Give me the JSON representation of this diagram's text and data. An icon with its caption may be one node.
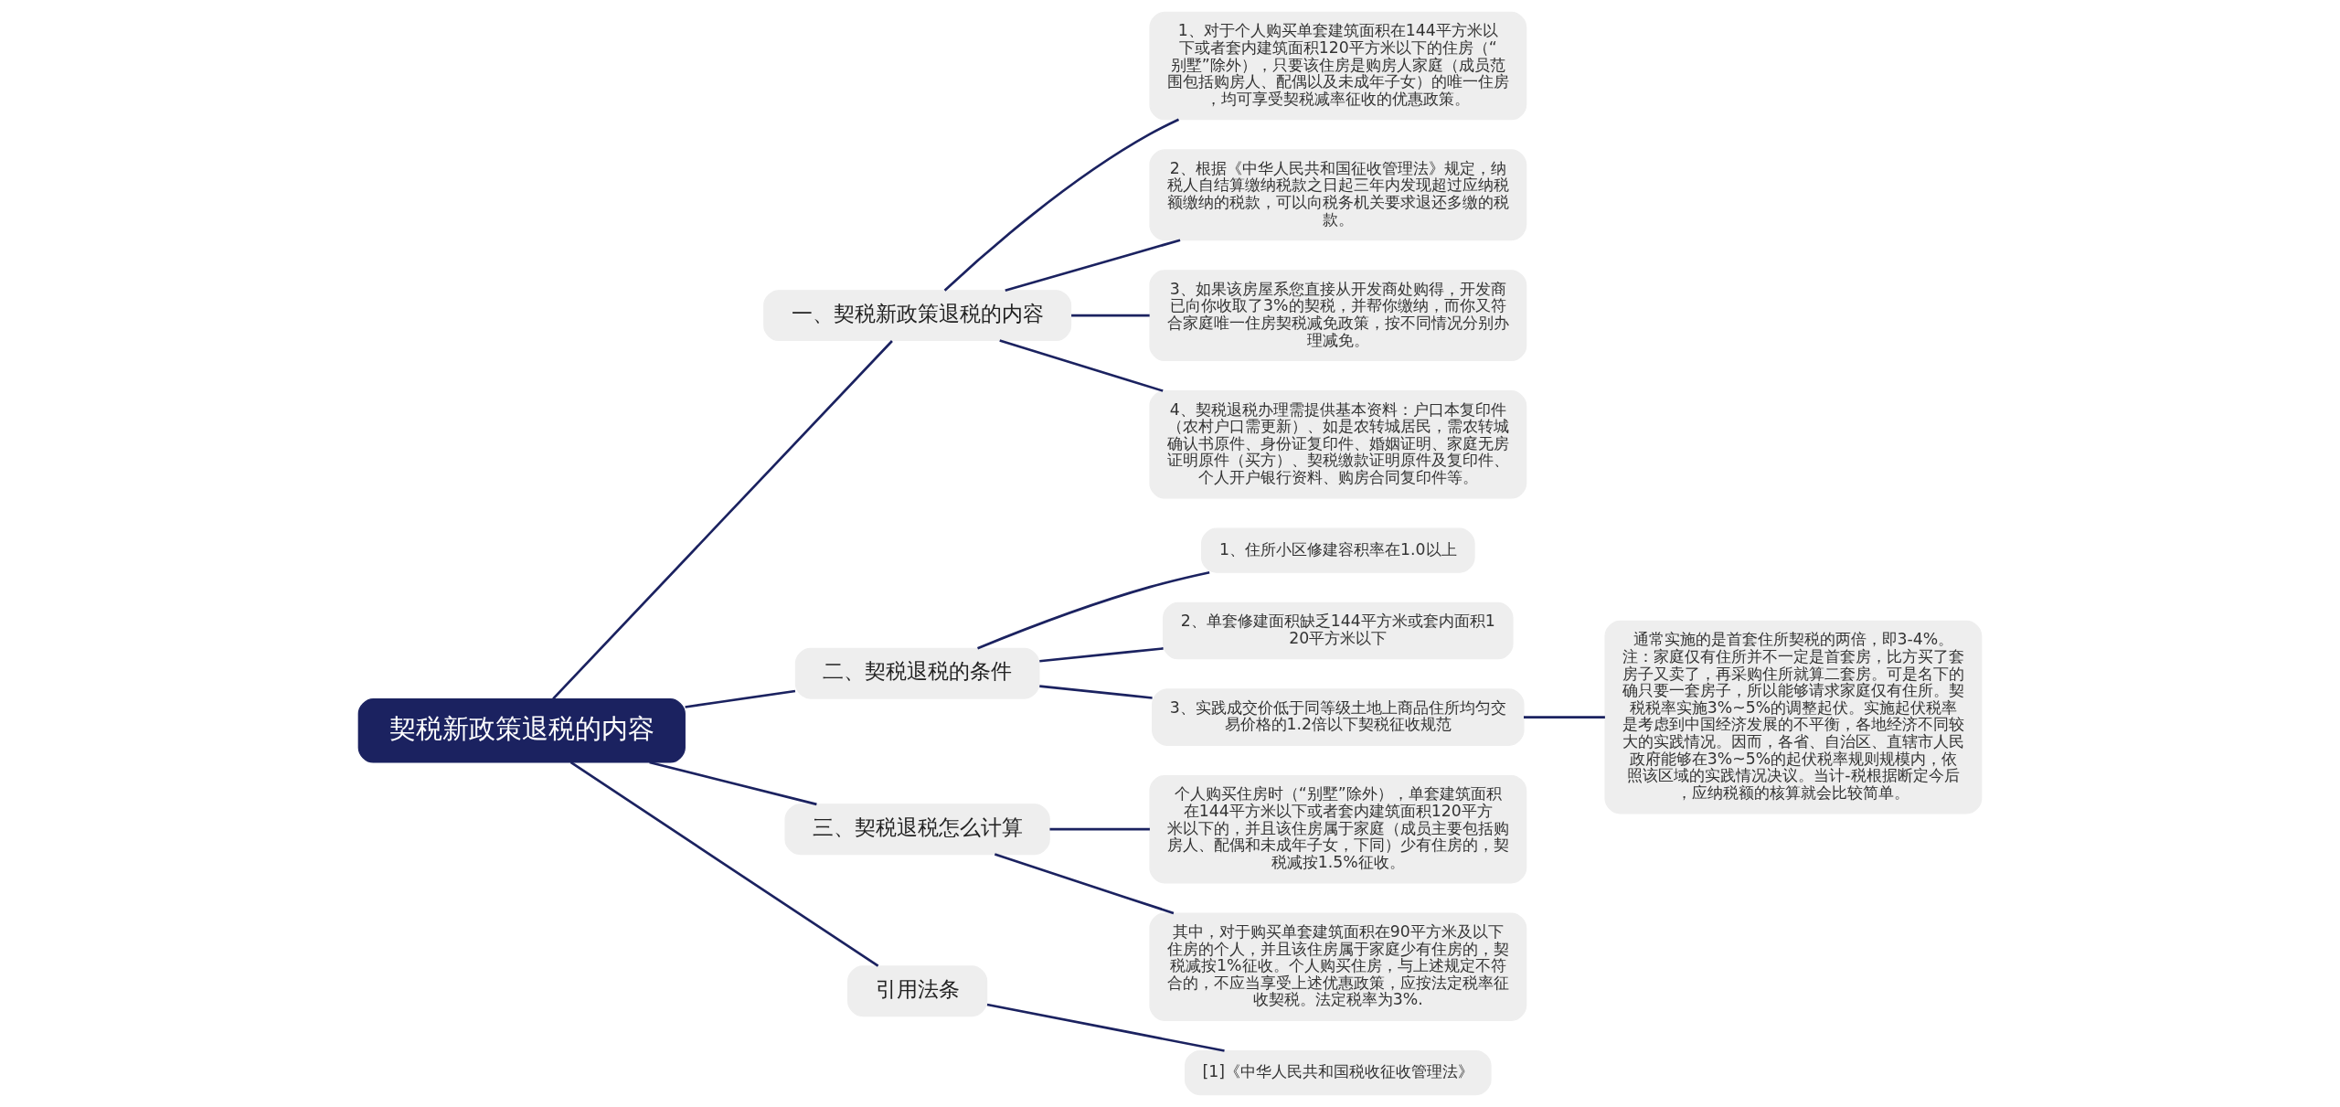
{
  "diagram": {
    "nodes": [
      {
        "text": [
          "契税新政策退税的内容"
        ]
      },
      {
        "text": [
          "一、契税新政策退税的内容"
        ]
      },
      {
        "text": [
          "1、对于个人购买单套建筑面积在144平方米以下或者套内建筑面积120平方米以下的住房（“别墅”除外），只要该住房是购房人家庭（成员范围包括购房人、配偶以及未成年子女）的唯一住房，均可享受契税减率征收的优惠政策。"
        ]
      },
      {
        "text": [
          "2、根据《中华人民共和国征收管理法》规定，纳税人自结算缴纳税款之日起三年内发现超过应纳税额缴纳的税款，可以向税务机关要求退还多缴的税款。"
        ]
      },
      {
        "text": [
          "3、如果该房屋系您直接从开发商处购得，开发商已向你收取了3%的契税，并帮你缴纳，而你又符合家庭唯一住房契税减免政策，按不同情况分别办理减免。"
        ]
      },
      {
        "text": [
          "4、契税退税办理需提供基本资料：户口本复印件（农村户口需更新）、如是农转城居民，需农转城确认书原件、身份证复印件、婚姻证明、家庭无房证明原件（买方）、契税缴款证明原件及复印件、个人开户银行资料、购房合同复印件等。"
        ]
      },
      {
        "text": [
          "二、契税退税的条件"
        ]
      },
      {
        "text": [
          "1、住所小区修建容积率在1.0以上"
        ]
      },
      {
        "text": [
          "2、单套修建面积缺乏144平方米或套内面积120平方米以下"
        ]
      },
      {
        "text": [
          "3、实践成交价低于同等级土地上商品住所均匀交易价格的1.2倍以下契税征收规范"
        ]
      },
      {
        "text": [
          "通常实施的是首套住所契税的两倍，即3-4%。注：家庭仅有住所并不一定是首套房，比方买了套房子又卖了，再采购住所就算二套房。可是名下的确只要一套房子，所以能够请求家庭仅有住所。契税税率实施3%~5%的调整起伏。实施起伏税率是考虑到中国经济发展的不平衡，各地经济不同较大的实践情况。因而，各省、自治区、直辖市人民政府能够在3%~5%的起伏税率规则规模内，依照该区域的实践情况决议。当计-税根据断定今后，应纳税额的核算就会比较简单。"
        ]
      },
      {
        "text": [
          "三、契税退税怎么计算"
        ]
      },
      {
        "text": [
          "个人购买住房时（“别墅”除外），单套建筑面积在144平方米以下或者套内建筑面积120平方米以下的，并且该住房属于家庭（成员主要包括购房人、配偶和未成年子女，下同）少有住房的，契税减按1.5%征收。"
        ]
      },
      {
        "text": [
          "其中，对于购买单套建筑面积在90平方米及以下住房的个人，并且该住房属于家庭少有住房的，契税减按1%征收。个人购买住房，与上述规定不符合的，不应当享受上述优惠政策，应按法定税率征收契税。法定税率为3%."
        ]
      },
      {
        "text": [
          "引用法条"
        ]
      },
      {
        "text": [
          "[1]《中华人民共和国税收征收管理法》"
        ]
      }
    ],
    "edges": [
      {
        "from": 0,
        "to": 1,
        "arrow": "none"
      },
      {
        "from": 1,
        "to": 2,
        "arrow": "none"
      },
      {
        "from": 1,
        "to": 3,
        "arrow": "none"
      },
      {
        "from": 1,
        "to": 4,
        "arrow": "none"
      },
      {
        "from": 1,
        "to": 5,
        "arrow": "none"
      },
      {
        "from": 0,
        "to": 6,
        "arrow": "none"
      },
      {
        "from": 6,
        "to": 7,
        "arrow": "none"
      },
      {
        "from": 6,
        "to": 8,
        "arrow": "none"
      },
      {
        "from": 6,
        "to": 9,
        "arrow": "none"
      },
      {
        "from": 9,
        "to": 10,
        "arrow": "none"
      },
      {
        "from": 0,
        "to": 11,
        "arrow": "none"
      },
      {
        "from": 11,
        "to": 12,
        "arrow": "none"
      },
      {
        "from": 11,
        "to": 13,
        "arrow": "none"
      },
      {
        "from": 0,
        "to": 14,
        "arrow": "none"
      },
      {
        "from": 14,
        "to": 15,
        "arrow": "none"
      }
    ]
  }
}
